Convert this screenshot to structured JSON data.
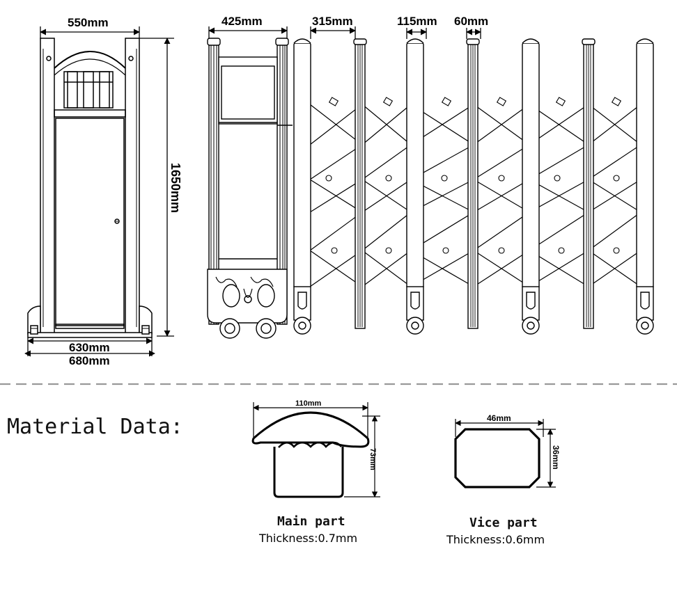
{
  "front_view": {
    "width_top": "550mm",
    "height": "1650mm",
    "width_base_inner": "630mm",
    "width_base_outer": "680mm"
  },
  "side_view": {
    "dim_425": "425mm",
    "dim_315": "315mm",
    "dim_115": "115mm",
    "dim_60": "60mm"
  },
  "material": {
    "heading": "Material Data:",
    "main_part": {
      "width": "110mm",
      "height": "73mm",
      "name": "Main part",
      "thickness": "Thickness:0.7mm"
    },
    "vice_part": {
      "width": "46mm",
      "height": "36mm",
      "name": "Vice part",
      "thickness": "Thickness:0.6mm"
    }
  }
}
